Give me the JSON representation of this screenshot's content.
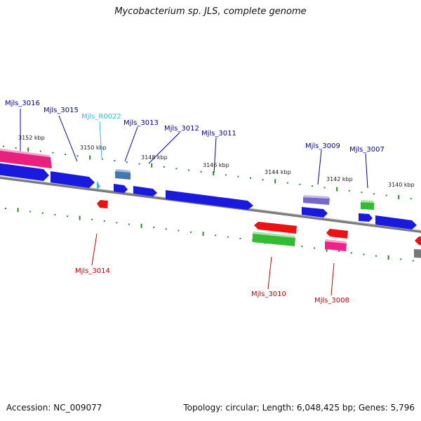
{
  "title": "Mycobacterium sp. JLS, complete genome",
  "footer": {
    "accession": "Accession: NC_009077",
    "stats": "Topology: circular; Length: 6,048,425 bp; Genes: 5,796"
  },
  "colors": {
    "backbone": "#7a7a7a",
    "tick": "#2a8a2a",
    "label_blue": "#0000aa",
    "label_red": "#cc0000",
    "label_cyan": "#33bbdd",
    "forward_blue": "#1a1adf",
    "reverse_red": "#ee1111",
    "green": "#33bb33",
    "magenta": "#ee2288",
    "purple": "#7766cc",
    "steel": "#4477aa",
    "gray": "#777777"
  },
  "scale_labels": [
    "3152 kbp",
    "3150 kbp",
    "3148 kbp",
    "3146 kbp",
    "3144 kbp",
    "3142 kbp",
    "3140 kbp"
  ],
  "gene_labels": [
    {
      "name": "Mjls_3016",
      "color": "label_blue"
    },
    {
      "name": "Mjls_3015",
      "color": "label_blue"
    },
    {
      "name": "Mjls_R0022",
      "color": "label_cyan"
    },
    {
      "name": "Mjls_3013",
      "color": "label_blue"
    },
    {
      "name": "Mjls_3012",
      "color": "label_blue"
    },
    {
      "name": "Mjls_3011",
      "color": "label_blue"
    },
    {
      "name": "Mjls_3009",
      "color": "label_blue"
    },
    {
      "name": "Mjls_3007",
      "color": "label_blue"
    },
    {
      "name": "Mjls_3014",
      "color": "label_red"
    },
    {
      "name": "Mjls_3010",
      "color": "label_red"
    },
    {
      "name": "Mjls_3008",
      "color": "label_red"
    }
  ]
}
